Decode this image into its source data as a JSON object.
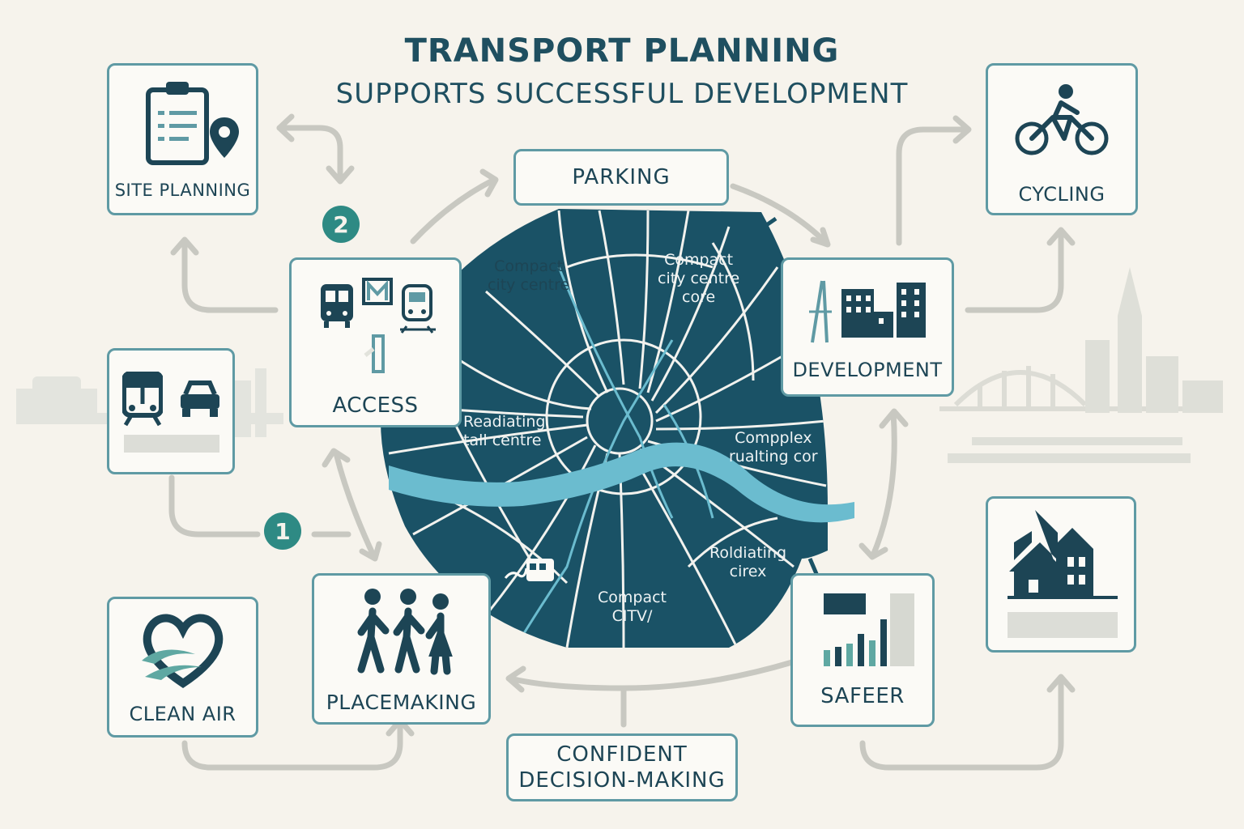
{
  "title": "TRANSPORT PLANNING",
  "subtitle": "SUPPORTS SUCCESSFUL DEVELOPMENT",
  "cards": {
    "site_planning": "SITE PLANNING",
    "cycling": "CYCLING",
    "access": "ACCESS",
    "development": "DEVELOPMENT",
    "placemaking": "PLACEMAKING",
    "clean_air": "CLEAN AIR",
    "safer": "SAFEER",
    "parking": "PARKING",
    "confident_line1": "CONFIDENT",
    "confident_line2": "DECISION-MAKING"
  },
  "badges": {
    "one": "1",
    "two": "2"
  },
  "map_labels": {
    "compact_city_centre": "Compact\ncity centre",
    "compact_city_centre_core": "Compact\ncity centre\ncore",
    "readiating_tall_centre": "Readiating\ntall centre",
    "compplex_rualting_cor": "Compplex\nrualting cor",
    "roldiating_cirex": "Roldiating\ncirex",
    "compact_citv": "Compact\nCITV/"
  },
  "colors": {
    "teal_dark": "#1a5266",
    "teal_mid": "#5f9aa4",
    "teal_accent": "#2e8a84",
    "river": "#6bbccf",
    "arrow_grey": "#c5c5bf",
    "background": "#f6f3ec"
  },
  "icons": [
    "clipboard-icon",
    "map-pin-icon",
    "bicycle-icon",
    "bus-icon",
    "metro-icon",
    "tram-icon",
    "car-icon",
    "buildings-icon",
    "road-icon",
    "pedestrians-icon",
    "heart-leaf-icon",
    "bar-chart-icon",
    "houses-icon",
    "skyline-icon",
    "bridge-icon"
  ]
}
